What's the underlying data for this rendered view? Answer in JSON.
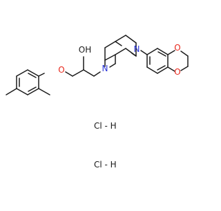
{
  "molecule": {
    "atoms": {
      "oxygen_ether": "O",
      "hydroxyl": "OH",
      "nitrogen_1": "N",
      "nitrogen_2": "N",
      "dioxole_o_1": "O",
      "dioxole_o_2": "O"
    },
    "salts": [
      "Cl - H",
      "Cl - H"
    ]
  },
  "colors": {
    "bond": "#1a1a1a",
    "oxygen": "#e8281c",
    "nitrogen": "#2b35d8",
    "background": "#ffffff"
  }
}
